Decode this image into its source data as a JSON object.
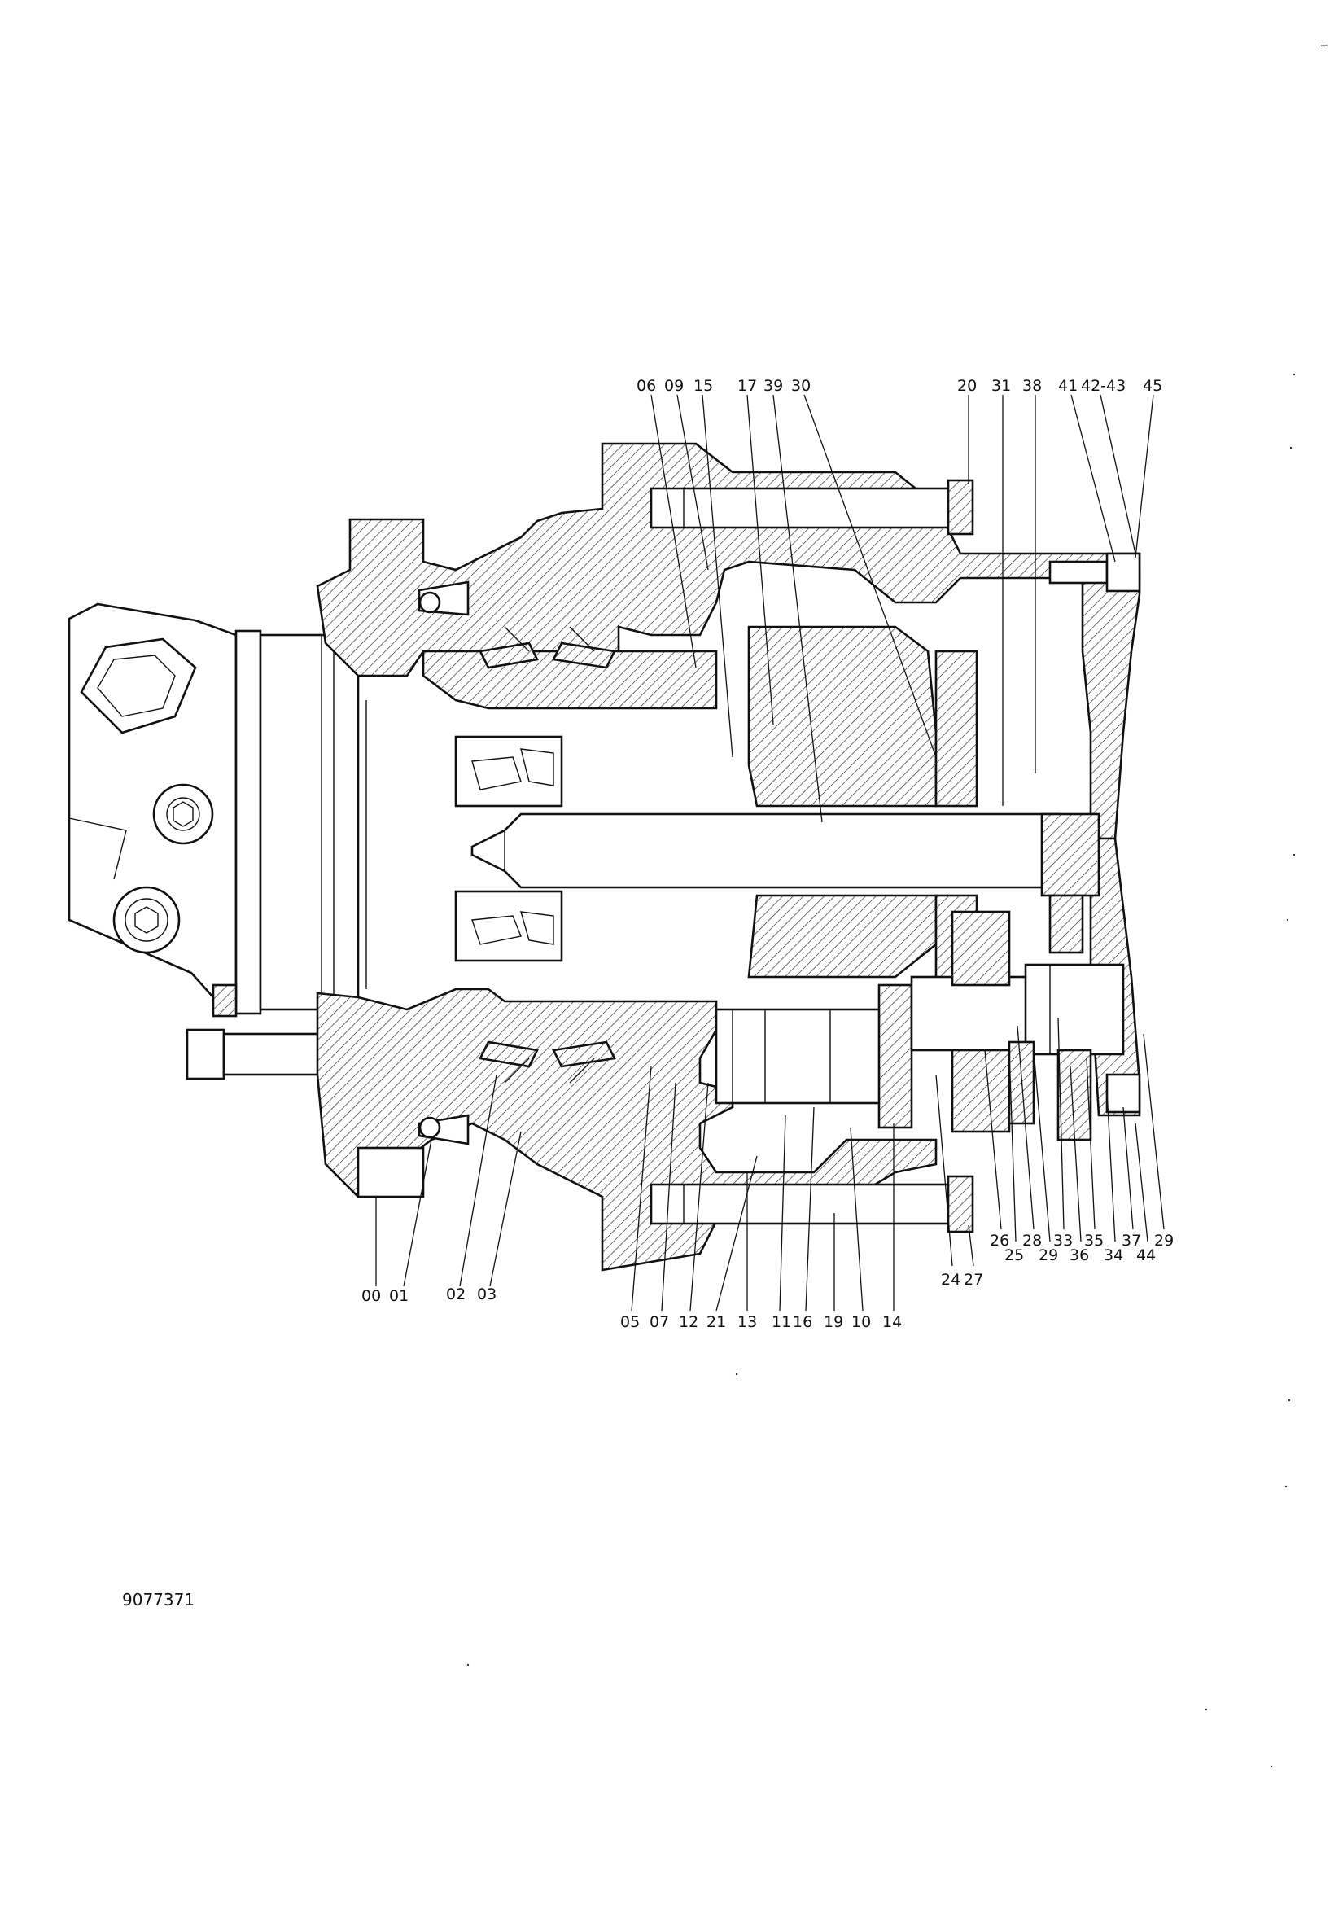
{
  "drawing": {
    "reference_number": "9077371",
    "corner_mark": "–",
    "callouts_top": [
      "06",
      "09",
      "15",
      "17",
      "39",
      "30",
      "20",
      "31",
      "38",
      "41",
      "42-43",
      "45"
    ],
    "callouts_right": [
      "24",
      "27",
      "26",
      "25",
      "28",
      "29",
      "33",
      "36",
      "35",
      "34",
      "37",
      "44",
      "29"
    ],
    "callouts_bottom": [
      "00",
      "01",
      "02",
      "03",
      "05",
      "07",
      "12",
      "21",
      "13",
      "11",
      "16",
      "19",
      "10",
      "14"
    ]
  }
}
